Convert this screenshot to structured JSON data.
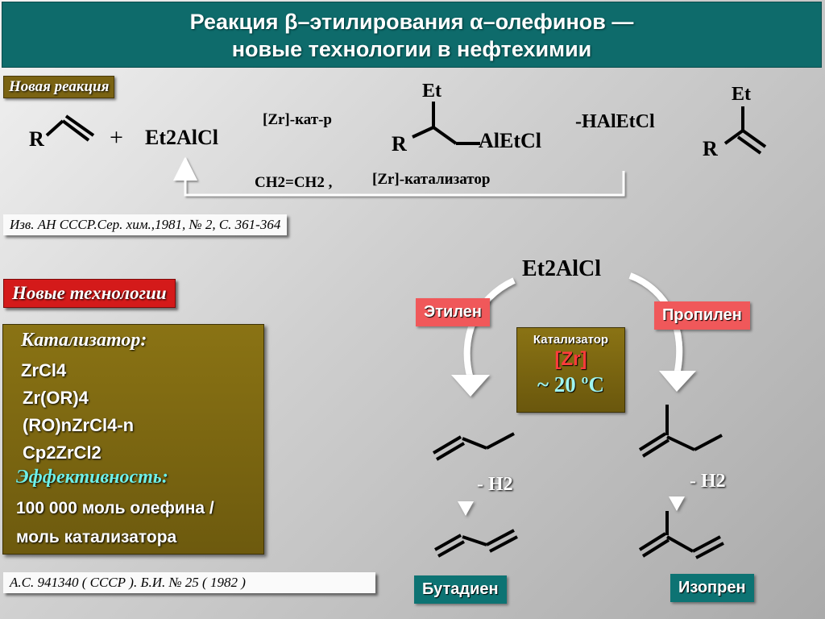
{
  "title": {
    "line1": "Реакция β–этилирования α–олефинов —",
    "line2": "новые технологии в нефтехимии"
  },
  "new_reaction": {
    "label": "Новая реакция",
    "r1": "R",
    "plus": "+",
    "reagent": "Et2AlCl",
    "arrow1_label": "[Zr]-кат-р",
    "intermediate_et": "Et",
    "intermediate_r": "R",
    "intermediate_al": "AlEtCl",
    "arrow2_label": "-HAlEtCl",
    "product_et": "Et",
    "product_r": "R",
    "cycle_label_ethylene": "CH2=CH2 ,",
    "cycle_label_catalyst": "[Zr]-катализатор"
  },
  "reference_1": "Изв. АН СССР.Сер. хим.,1981, № 2, С. 361-364",
  "new_tech": {
    "label": "Новые технологии",
    "catalyst_header": "Катализатор:",
    "catalysts": [
      "ZrCl4",
      "Zr(OR)4",
      "(RO)nZrCl4-n",
      "Cp2ZrCl2"
    ],
    "efficiency_header": "Эффективность:",
    "efficiency_line1": "100 000 моль олефина /",
    "efficiency_line2": "моль катализатора"
  },
  "reference_2": "А.С.  941340 ( СССР ).  Б.И. № 25 ( 1982 )",
  "scheme": {
    "reagent": "Et2AlCl",
    "left_feed": "Этилен",
    "right_feed": "Пропилен",
    "catalyst_title": "Катализатор",
    "catalyst_symbol": "[Zr]",
    "temperature": "~ 20 ºC",
    "left_dehydro": "- H2",
    "right_dehydro": "- H2",
    "left_product": "Бутадиен",
    "right_product": "Изопрен"
  },
  "colors": {
    "title_bg": "#0e6b6b",
    "olive": "#7a6312",
    "red": "#d41a1a",
    "salmon": "#f0585a",
    "teal": "#0d7373",
    "cyan_text": "#6ef0e8"
  }
}
